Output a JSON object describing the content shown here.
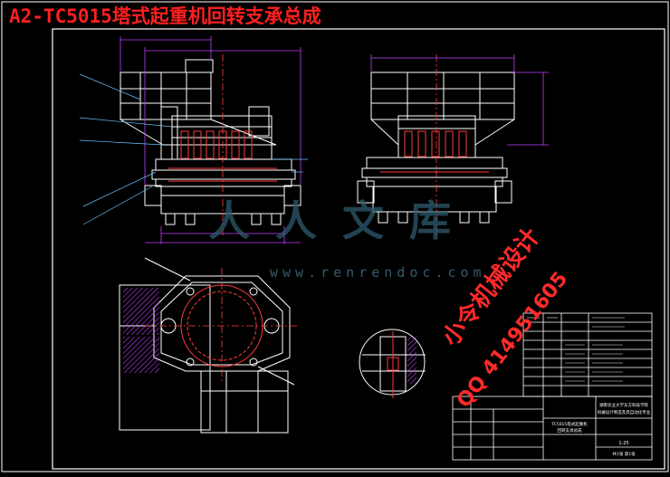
{
  "drawing": {
    "title": "A2-TC5015塔式起重机回转支承总成",
    "watermark_logo": "人人文库",
    "watermark_url": "www.renrendoc.com",
    "stamp_line1": "小令机械设计",
    "stamp_line2": "QQ 414951605"
  },
  "colors": {
    "background": "#000000",
    "frame": "#ffffff",
    "structure": "#ffffff",
    "hidden_parts": "#ff3b3b",
    "dimension": "#c040ff",
    "centerline": "#ff4040",
    "leader": "#6bc2ff",
    "hatch": "#c040ff",
    "title_red": "#ff2020"
  },
  "title_block": {
    "company_line1": "湖南农业大学东方科技学院",
    "company_line2": "机械设计制造及其自动化专业",
    "drawing_name_line1": "TC5015塔式起重机",
    "drawing_name_line2": "回转支承总成",
    "scale": "1:25",
    "sheet_label": "共1张 第1张"
  }
}
